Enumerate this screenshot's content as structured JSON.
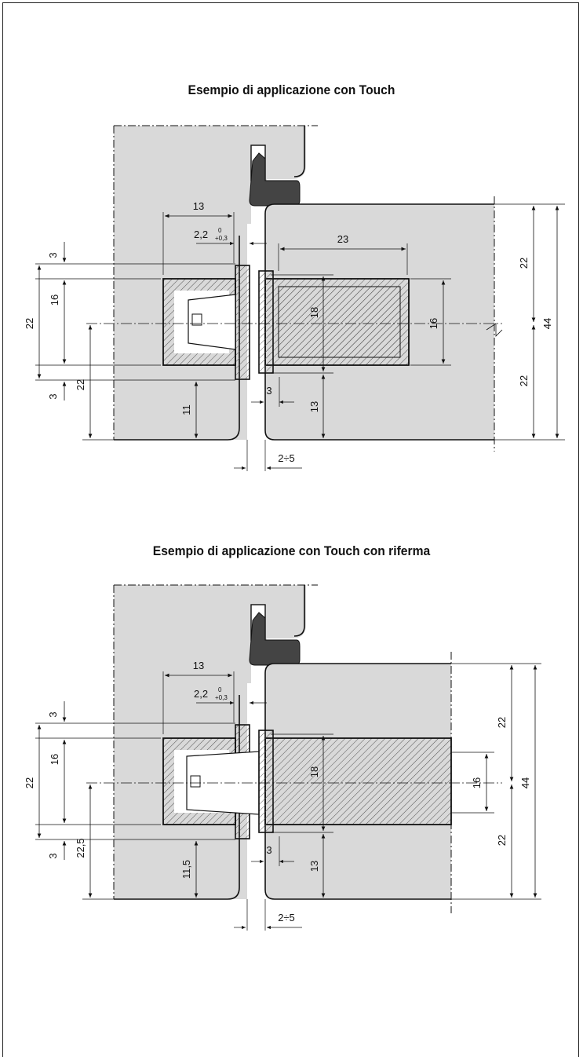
{
  "figures": [
    {
      "title": "Esempio di applicazione con Touch",
      "dims": {
        "w13": "13",
        "gap22": "2,2",
        "tol_upper": "0",
        "tol_lower": "+0,3",
        "w23": "23",
        "v3_top": "3",
        "v22_outer": "22",
        "v16_left": "16",
        "v22_center": "22",
        "v3_bot": "3",
        "v11": "11",
        "v18": "18",
        "v16_right": "16",
        "v22_top": "22",
        "v22_bot": "22",
        "v44": "44",
        "v13": "13",
        "h3": "3",
        "gap25": "2÷5"
      }
    },
    {
      "title": "Esempio di applicazione con Touch con riferma",
      "dims": {
        "w13": "13",
        "gap22": "2,2",
        "tol_upper": "0",
        "tol_lower": "+0,3",
        "v3_top": "3",
        "v22_outer": "22",
        "v16_left": "16",
        "v22_center": "22,5",
        "v3_bot": "3",
        "v11": "11,5",
        "v18": "18",
        "v16_right": "16",
        "v22_top": "22",
        "v22_bot": "22",
        "v44": "44",
        "v13": "13",
        "h3": "3",
        "gap25": "2÷5"
      }
    }
  ],
  "colors": {
    "panel": "#d9d9d9",
    "line": "#1a1a1a",
    "seal": "#444444",
    "hatch": "#555555"
  }
}
